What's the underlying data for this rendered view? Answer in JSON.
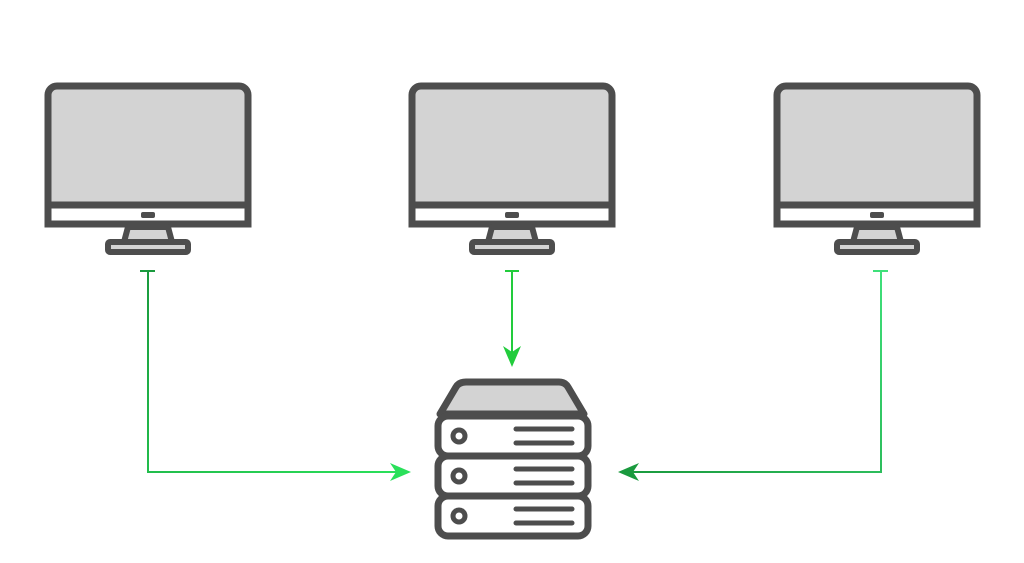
{
  "colors": {
    "background": "#ffffff",
    "outline": "#4d4d4d",
    "fill": "#d3d3d3",
    "arrow_dark": "#1a9a3e",
    "arrow_mid": "#22cc3c",
    "arrow_light": "#3fe07a"
  },
  "nodes": {
    "clients": [
      {
        "icon": "desktop-monitor-icon"
      },
      {
        "icon": "desktop-monitor-icon"
      },
      {
        "icon": "desktop-monitor-icon"
      }
    ],
    "server": {
      "icon": "server-stack-icon",
      "units": 3
    }
  },
  "connections": [
    {
      "from": "client-left",
      "to": "server"
    },
    {
      "from": "client-center",
      "to": "server"
    },
    {
      "from": "client-right",
      "to": "server"
    }
  ]
}
